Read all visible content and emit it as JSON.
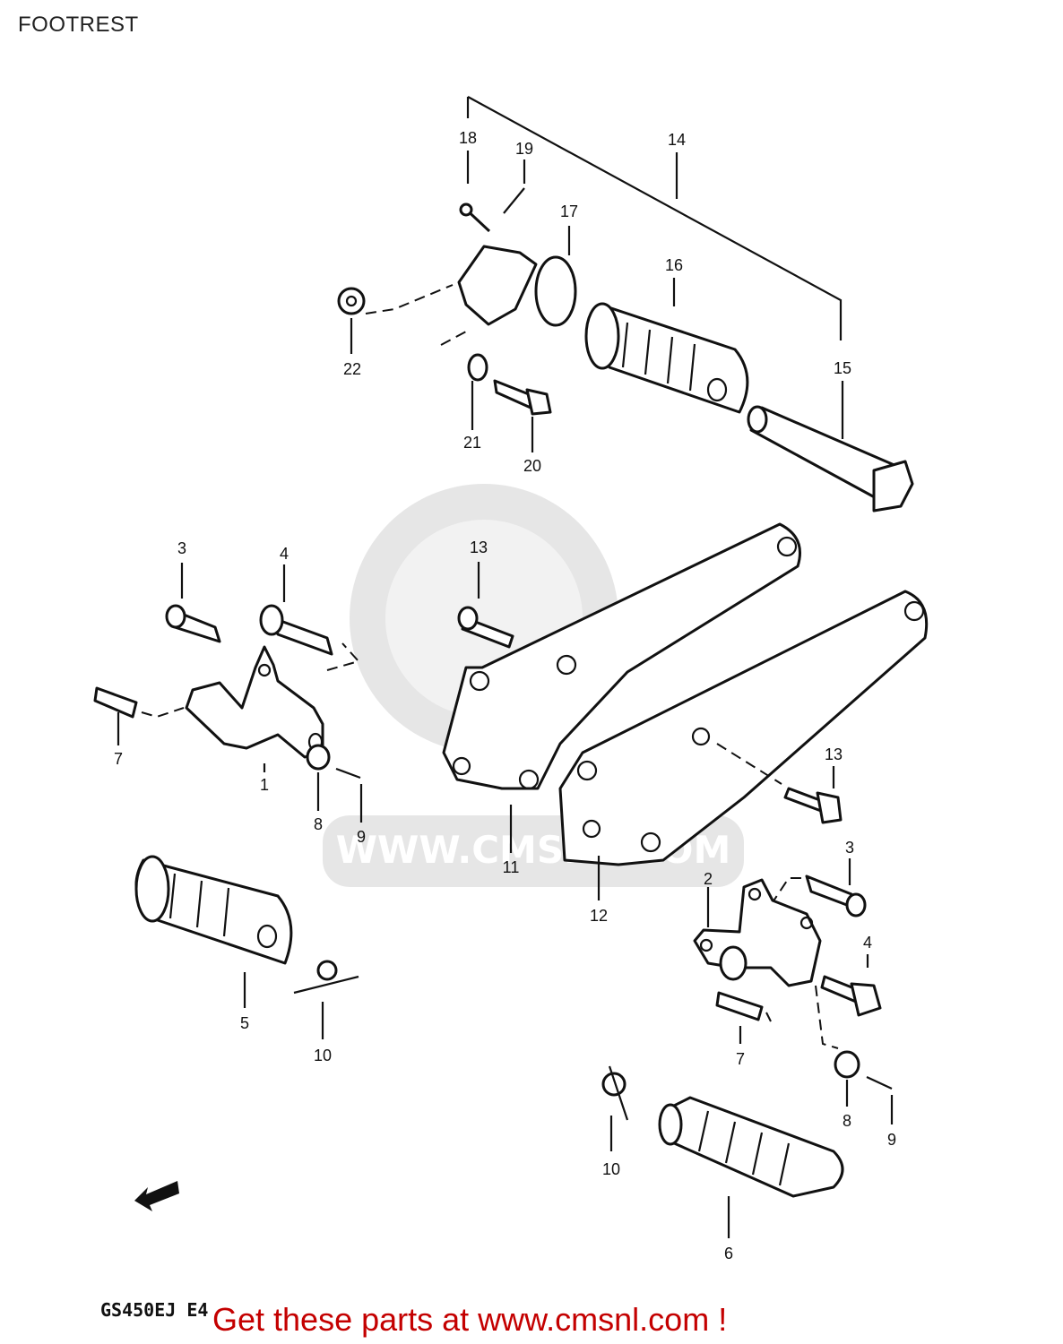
{
  "title": "FOOTREST",
  "model_code": "GS450EJ  E4",
  "call_to_action": "Get these parts at www.cmsnl.com !",
  "watermark": {
    "text": "WWW.CMSNL.COM"
  },
  "callouts": {
    "c1": "1",
    "c2": "2",
    "c3a": "3",
    "c3b": "3",
    "c4a": "4",
    "c4b": "4",
    "c5": "5",
    "c6": "6",
    "c7a": "7",
    "c7b": "7",
    "c8a": "8",
    "c8b": "8",
    "c9a": "9",
    "c9b": "9",
    "c10a": "10",
    "c10b": "10",
    "c11": "11",
    "c12": "12",
    "c13a": "13",
    "c13b": "13",
    "c14": "14",
    "c15": "15",
    "c16": "16",
    "c17": "17",
    "c18": "18",
    "c19": "19",
    "c20": "20",
    "c21": "21",
    "c22": "22"
  },
  "colors": {
    "cta": "#c40000",
    "line": "#111111",
    "watermark": "#e6e6e6"
  }
}
